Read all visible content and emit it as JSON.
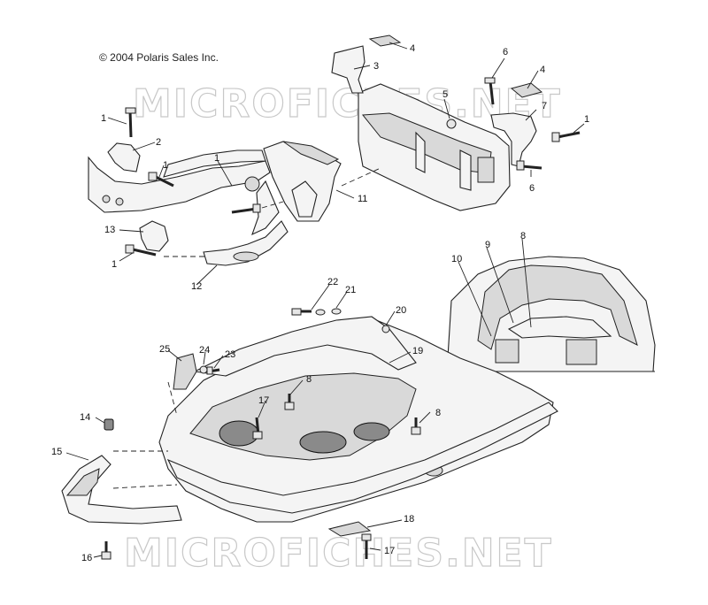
{
  "copyright": "© 2004 Polaris Sales Inc.",
  "watermarks": [
    "MICROFICHES.NET",
    "MICROFICHES.NET"
  ],
  "callouts": [
    "1",
    "1",
    "1",
    "1",
    "1",
    "2",
    "3",
    "4",
    "4",
    "5",
    "6",
    "6",
    "7",
    "8",
    "8",
    "8",
    "9",
    "10",
    "11",
    "12",
    "13",
    "14",
    "15",
    "16",
    "17",
    "17",
    "18",
    "19",
    "20",
    "21",
    "22",
    "23",
    "24",
    "25"
  ]
}
